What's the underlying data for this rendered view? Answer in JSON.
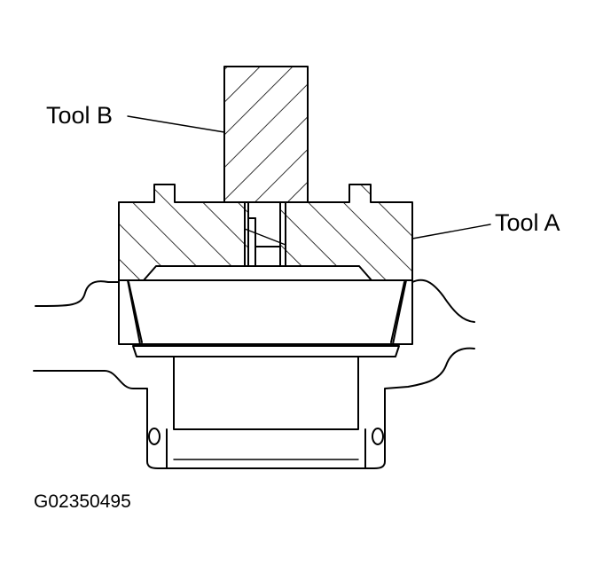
{
  "labels": {
    "tool_b": "Tool B",
    "tool_a": "Tool A"
  },
  "figure_id": "G02350495",
  "colors": {
    "line": "#000000",
    "background": "#ffffff"
  }
}
